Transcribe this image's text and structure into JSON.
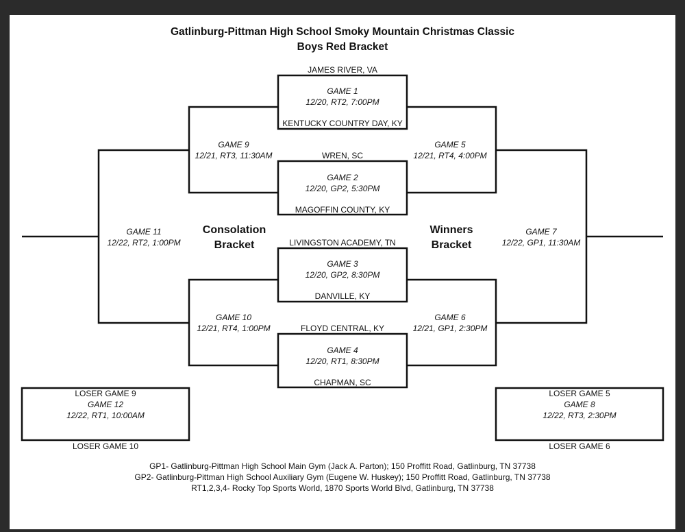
{
  "header": {
    "title": "Gatlinburg-Pittman High School Smoky Mountain Christmas Classic",
    "subtitle": "Boys Red Bracket"
  },
  "teams": {
    "game1_top": "JAMES RIVER, VA",
    "game1_bottom": "KENTUCKY COUNTRY DAY, KY",
    "game2_top": "WREN, SC",
    "game2_bottom": "MAGOFFIN COUNTY, KY",
    "game3_top": "LIVINGSTON ACADEMY, TN",
    "game3_bottom": "DANVILLE, KY",
    "game4_top": "FLOYD CENTRAL, KY",
    "game4_bottom": "CHAPMAN, SC"
  },
  "games": {
    "g1": {
      "name": "GAME 1",
      "info": "12/20, RT2, 7:00PM"
    },
    "g2": {
      "name": "GAME 2",
      "info": "12/20, GP2, 5:30PM"
    },
    "g3": {
      "name": "GAME 3",
      "info": "12/20, GP2, 8:30PM"
    },
    "g4": {
      "name": "GAME 4",
      "info": "12/20, RT1, 8:30PM"
    },
    "g5": {
      "name": "GAME 5",
      "info": "12/21, RT4, 4:00PM"
    },
    "g6": {
      "name": "GAME 6",
      "info": "12/21, GP1, 2:30PM"
    },
    "g7": {
      "name": "GAME 7",
      "info": "12/22, GP1, 11:30AM"
    },
    "g8": {
      "name": "GAME 8",
      "info": "12/22, RT3, 2:30PM",
      "top": "LOSER GAME 5",
      "bottom": "LOSER GAME 6"
    },
    "g9": {
      "name": "GAME 9",
      "info": "12/21, RT3, 11:30AM"
    },
    "g10": {
      "name": "GAME 10",
      "info": "12/21, RT4, 1:00PM"
    },
    "g11": {
      "name": "GAME 11",
      "info": "12/22, RT2, 1:00PM"
    },
    "g12": {
      "name": "GAME 12",
      "info": "12/22, RT1, 10:00AM",
      "top": "LOSER GAME 9",
      "bottom": "LOSER GAME 10"
    }
  },
  "labels": {
    "consolation_1": "Consolation",
    "consolation_2": "Bracket",
    "winners_1": "Winners",
    "winners_2": "Bracket"
  },
  "footer": {
    "gp1": "GP1- Gatlinburg-Pittman High School Main Gym (Jack A. Parton); 150 Proffitt Road, Gatlinburg, TN 37738",
    "gp2": "GP2- Gatlinburg-Pittman High School Auxiliary Gym (Eugene W. Huskey); 150 Proffitt Road, Gatlinburg, TN 37738",
    "rt": "RT1,2,3,4- Rocky Top Sports World, 1870 Sports World Blvd, Gatlinburg, TN 37738"
  }
}
